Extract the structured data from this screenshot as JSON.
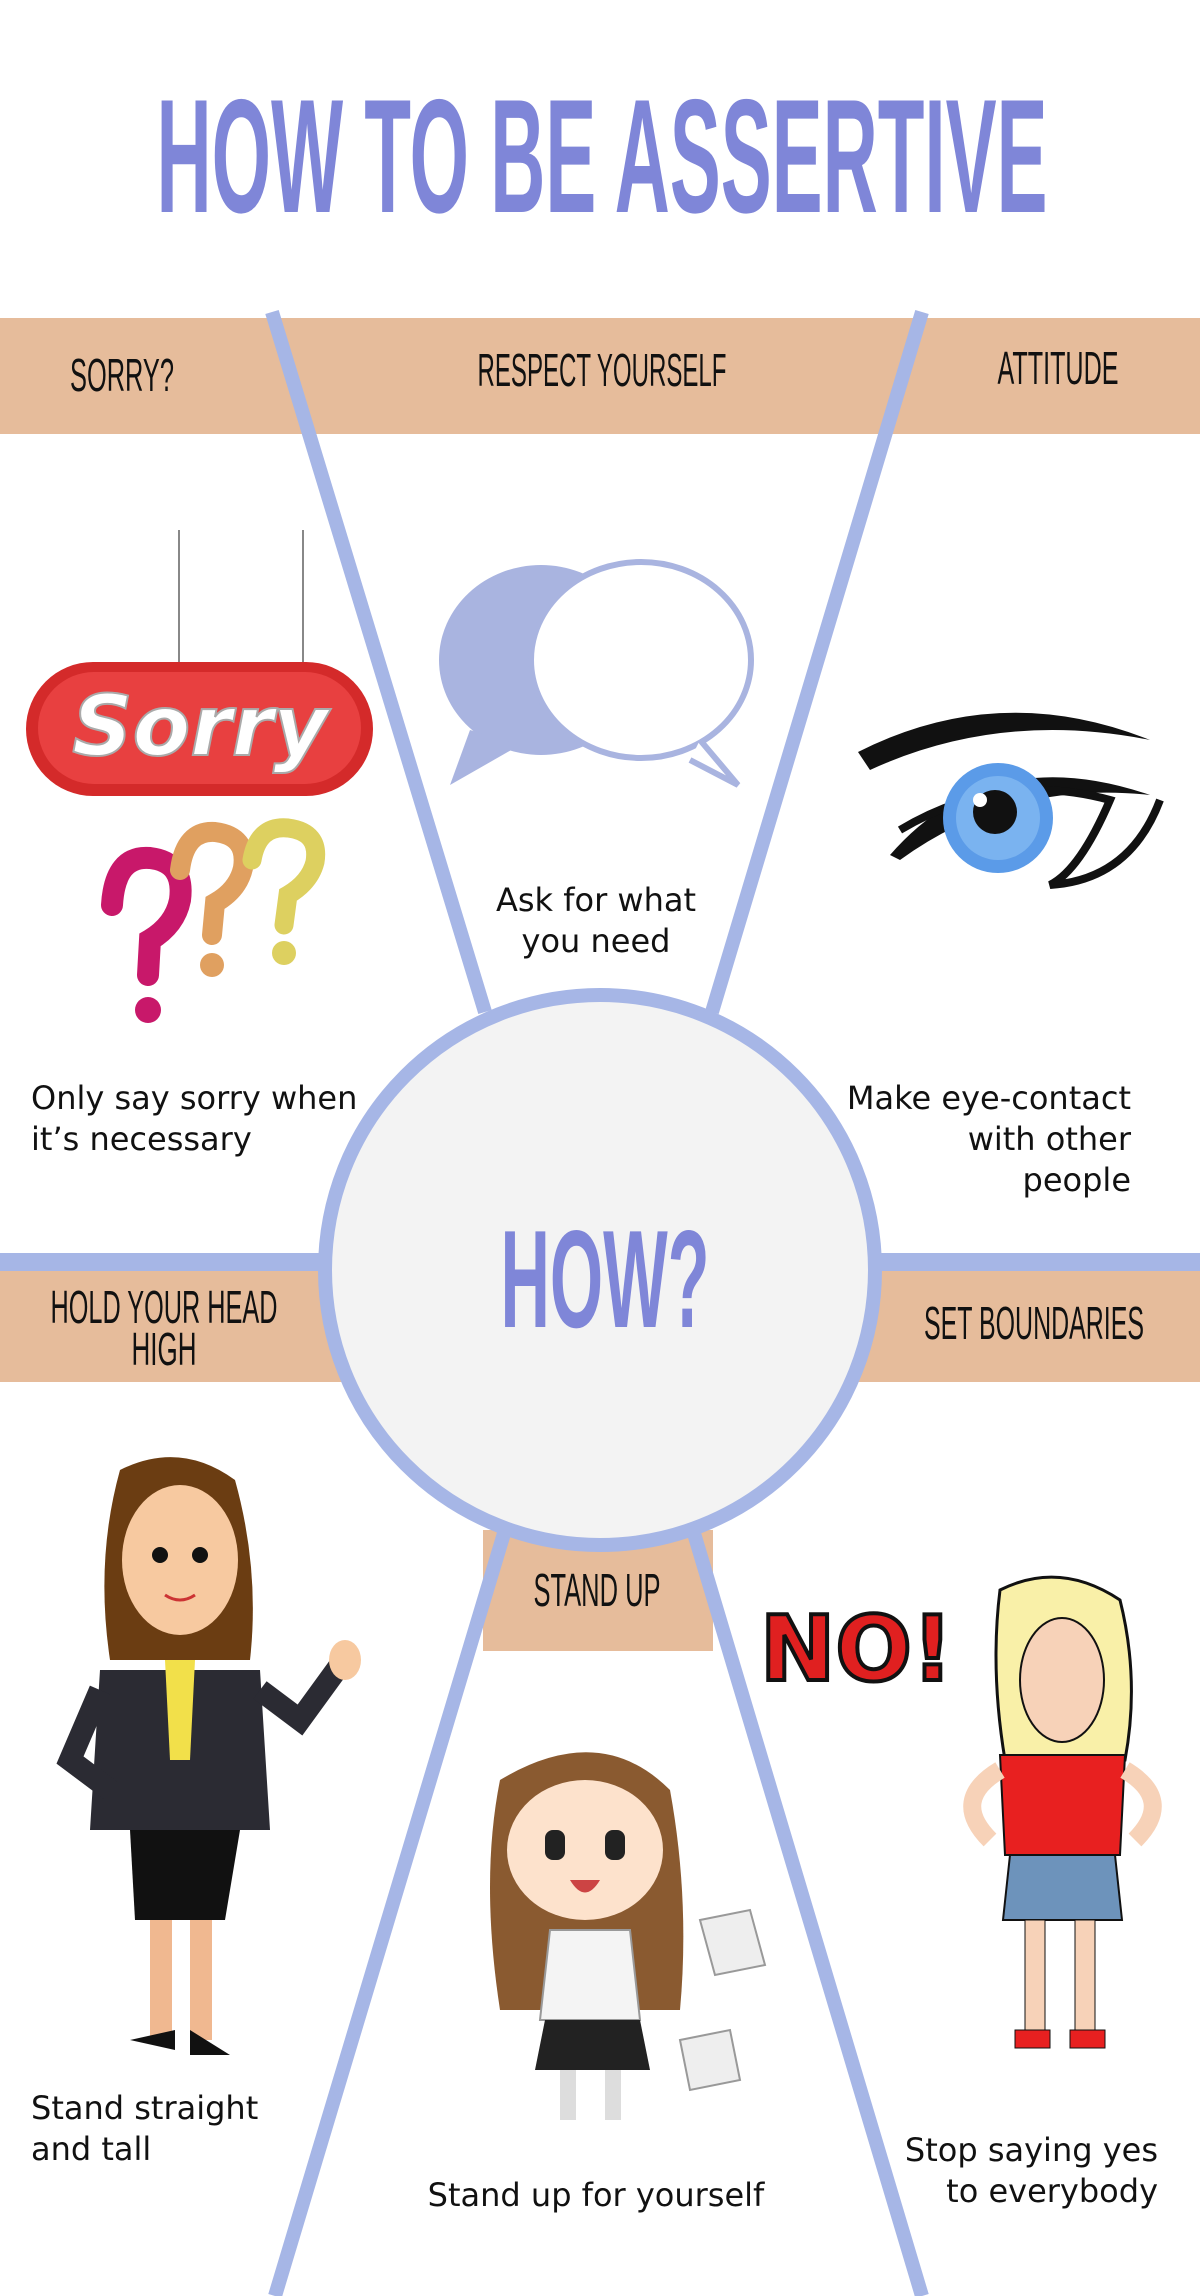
{
  "title": "HOW TO BE ASSERTIVE",
  "center_label": "HOW?",
  "colors": {
    "accent": "#7f86d8",
    "line": "#a6b6e6",
    "band": "#e6bc9b",
    "circle_fill": "#f3f3f3"
  },
  "sections": {
    "sorry": {
      "heading": "SORRY?",
      "line1": "Only say sorry when",
      "line2": "it’s necessary",
      "sign_text": "Sorry"
    },
    "respect": {
      "heading": "RESPECT YOURSELF",
      "line1": "Ask for what",
      "line2": "you need"
    },
    "attitude": {
      "heading": "ATTITUDE",
      "line1": "Make eye-contact",
      "line2": "with other",
      "line3": "people"
    },
    "head": {
      "heading_line1": "HOLD YOUR HEAD",
      "heading_line2": "HIGH",
      "line1": "Stand straight",
      "line2": "and tall"
    },
    "boundaries": {
      "heading": "SET BOUNDARIES",
      "line1": "Stop saying yes",
      "line2": "to everybody",
      "sign_text": "NO!"
    },
    "stand": {
      "heading": "STAND UP",
      "line1": "Stand up for yourself"
    }
  }
}
